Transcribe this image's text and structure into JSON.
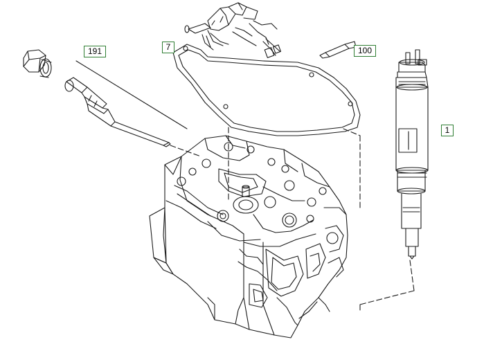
{
  "diagram": {
    "callouts": {
      "c191": "191",
      "c7": "7",
      "c100": "100",
      "c1": "1"
    },
    "colors": {
      "line": "#1a1a1a",
      "callout_border": "#2e7d32",
      "background": "#ffffff"
    }
  }
}
